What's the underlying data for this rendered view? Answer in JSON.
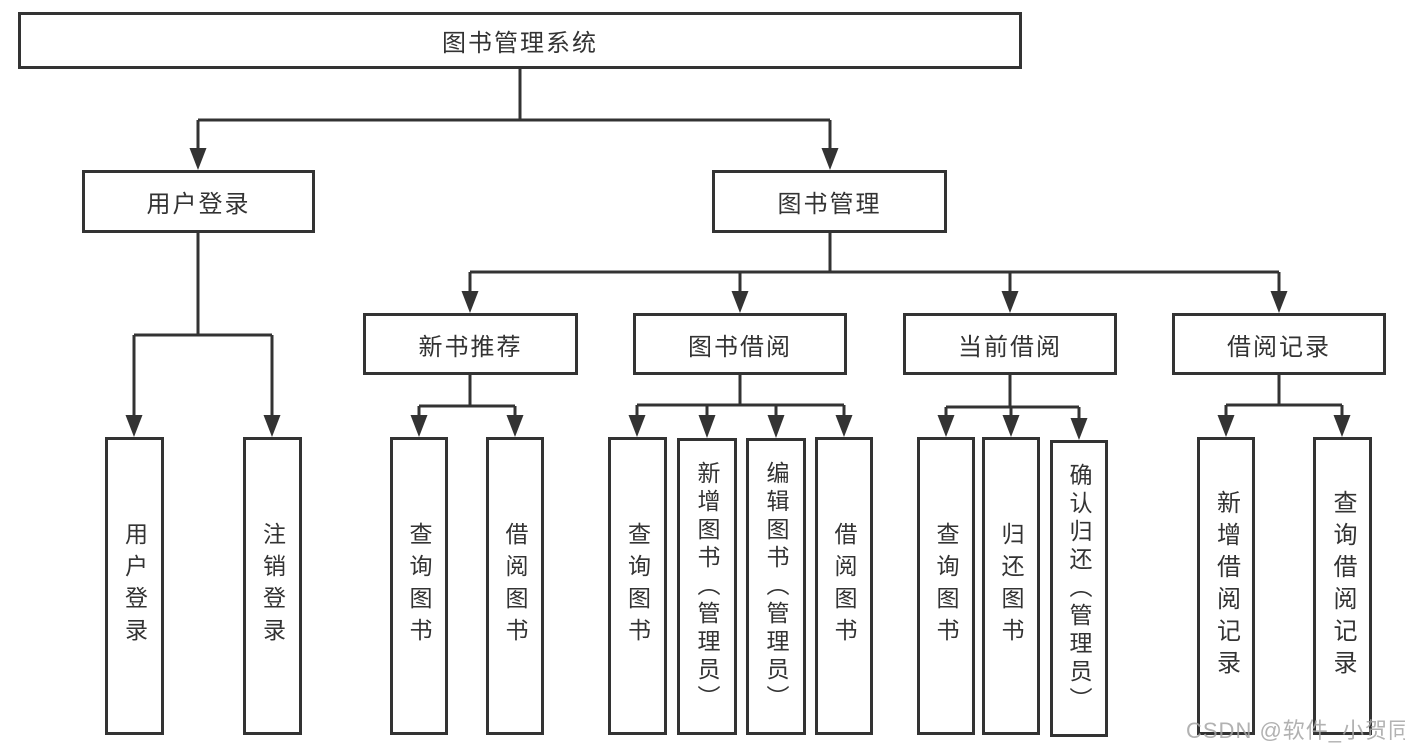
{
  "diagram_title": "图书管理系统",
  "tree": {
    "root": {
      "label": "图书管理系统"
    },
    "branches": [
      {
        "label": "用户登录",
        "children": [
          {
            "label": "用户登录"
          },
          {
            "label": "注销登录"
          }
        ]
      },
      {
        "label": "图书管理",
        "children": [
          {
            "label": "新书推荐",
            "children": [
              {
                "label": "查询图书"
              },
              {
                "label": "借阅图书"
              }
            ]
          },
          {
            "label": "图书借阅",
            "children": [
              {
                "label": "查询图书"
              },
              {
                "label": "新增图书（管理员）"
              },
              {
                "label": "编辑图书（管理员）"
              },
              {
                "label": "借阅图书"
              }
            ]
          },
          {
            "label": "当前借阅",
            "children": [
              {
                "label": "查询图书"
              },
              {
                "label": "归还图书"
              },
              {
                "label": "确认归还（管理员）"
              }
            ]
          },
          {
            "label": "借阅记录",
            "children": [
              {
                "label": "新增借阅记录"
              },
              {
                "label": "查询借阅记录"
              }
            ]
          }
        ]
      }
    ]
  },
  "watermark": {
    "text": "CSDN @软件_小贺同学",
    "color": "#a4a4a4"
  },
  "colors": {
    "background": "#ffffff",
    "line": "#333333",
    "box_border": "#333333",
    "text": "#333333"
  }
}
